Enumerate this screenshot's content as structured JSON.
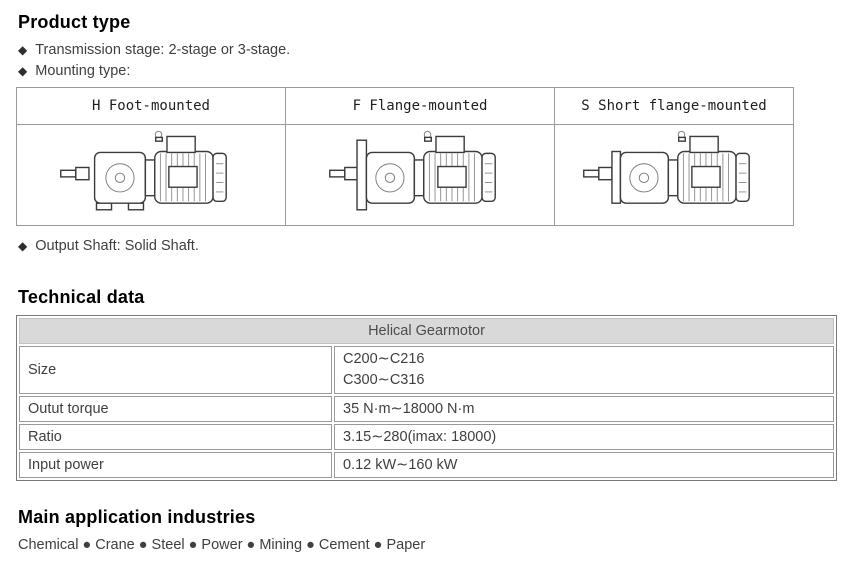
{
  "icons": {
    "diamond": "◆",
    "bullet": "●"
  },
  "product_type": {
    "title": "Product type",
    "transmission_line": "Transmission stage: 2-stage or 3-stage.",
    "mounting_line": "Mounting type:",
    "output_shaft_line": "Output Shaft: Solid Shaft.",
    "mounting_columns": [
      {
        "label": "H Foot-mounted"
      },
      {
        "label": "F Flange-mounted"
      },
      {
        "label": "S Short flange-mounted"
      }
    ]
  },
  "technical_data": {
    "title": "Technical data",
    "table": {
      "header": "Helical Gearmotor",
      "rows": [
        {
          "label": "Size",
          "values": [
            "C200∼C216",
            "C300∼C316"
          ]
        },
        {
          "label": "Outut torque",
          "values": [
            "35 N·m∼18000 N·m"
          ]
        },
        {
          "label": "Ratio",
          "values": [
            "3.15∼280(imax: 18000)"
          ]
        },
        {
          "label": "Input power",
          "values": [
            "0.12 kW∼160 kW"
          ]
        }
      ]
    }
  },
  "industries": {
    "title": "Main application industries",
    "items": [
      "Chemical",
      "Crane",
      "Steel",
      "Power",
      "Mining",
      "Cement",
      "Paper"
    ],
    "separator": "●"
  }
}
